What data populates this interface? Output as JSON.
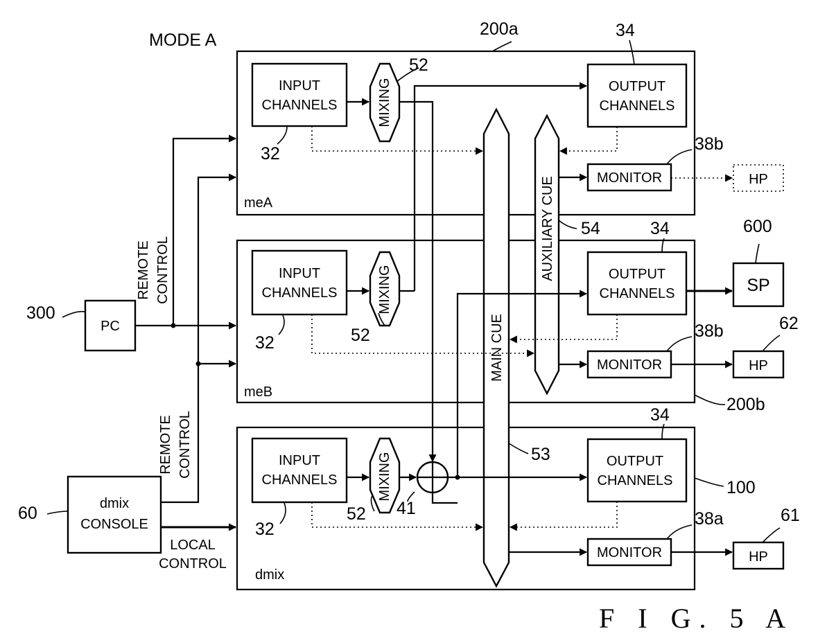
{
  "title": "MODE A",
  "figure_label": "F I G. 5 A",
  "labels": {
    "input_channels": [
      "INPUT",
      "CHANNELS"
    ],
    "output_channels": [
      "OUTPUT",
      "CHANNELS"
    ],
    "mixing": "MIXING",
    "monitor": "MONITOR",
    "main_cue": "MAIN CUE",
    "auxiliary_cue": "AUXILIARY CUE",
    "hp": "HP",
    "sp": "SP",
    "pc": "PC",
    "console": [
      "dmix",
      "CONSOLE"
    ],
    "remote_control": [
      "REMOTE",
      "CONTROL"
    ],
    "local_control": [
      "LOCAL",
      "CONTROL"
    ]
  },
  "engines": [
    {
      "name": "meA",
      "ref": "200a"
    },
    {
      "name": "meB",
      "ref": "200b"
    },
    {
      "name": "dmix",
      "ref": "100"
    }
  ],
  "refs": {
    "input": "32",
    "output": "34",
    "mixing": "52",
    "monitor_b": "38b",
    "monitor_a": "38a",
    "adder": "41",
    "main_cue": "53",
    "aux_cue": "54",
    "pc": "300",
    "console": "60",
    "sp": "600",
    "hp_62": "62",
    "hp_61": "61"
  }
}
